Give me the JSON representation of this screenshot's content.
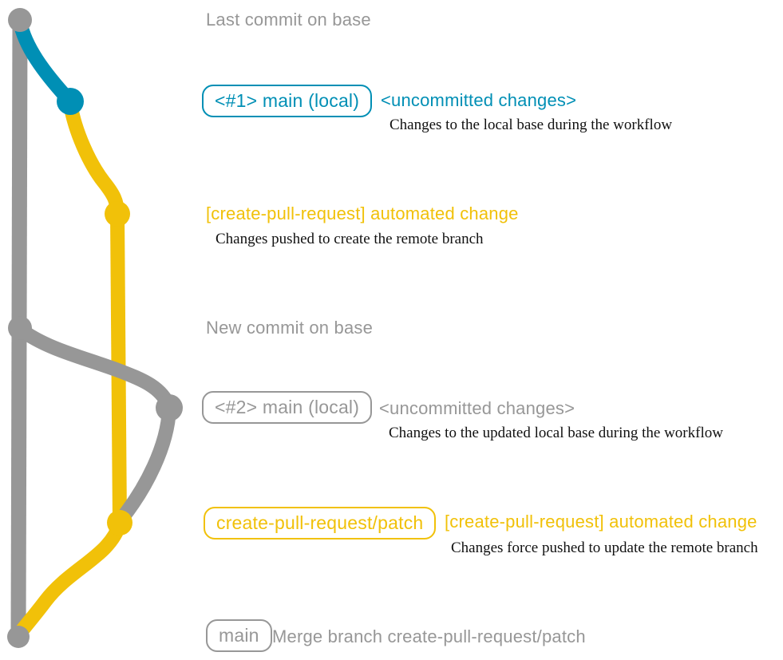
{
  "diagram_title": "create-pull-request workflow git graph",
  "colors": {
    "base_branch_gray": "#979797",
    "local_main_teal": "#008fb5",
    "patch_branch_yellow": "#f1c109",
    "caption_text": "#111111",
    "background": "#ffffff"
  },
  "graph": {
    "commit_dot_colors_top_to_bottom": [
      "#979797",
      "#008fb5",
      "#f1c109",
      "#979797",
      "#979797",
      "#f1c109",
      "#979797"
    ]
  },
  "annotations": {
    "title_top": "Last commit on base",
    "row1": {
      "badge": "<#1> main (local)",
      "label": "<uncommitted changes>",
      "caption": "Changes to the local base during the workflow"
    },
    "row2": {
      "label": "[create-pull-request] automated change",
      "caption": "Changes pushed to create the remote branch"
    },
    "title_mid": "New commit on base",
    "row4": {
      "badge": "<#2> main (local)",
      "label": "<uncommitted changes>",
      "caption": "Changes to the updated local base during the workflow"
    },
    "row5": {
      "badge": "create-pull-request/patch",
      "label": "[create-pull-request] automated change",
      "caption": "Changes force pushed to update the remote branch"
    },
    "row6": {
      "badge": "main",
      "label": "Merge branch create-pull-request/patch"
    }
  }
}
